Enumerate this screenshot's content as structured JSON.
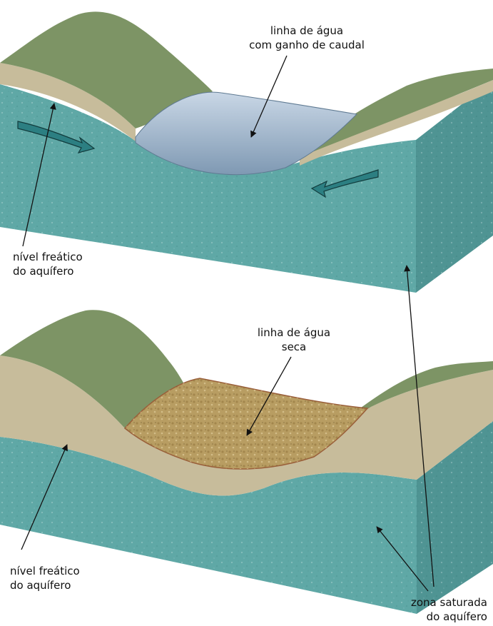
{
  "top_diagram": {
    "label_gaining_stream": {
      "line1": "linha de água",
      "line2": "com ganho de caudal"
    },
    "label_water_table": {
      "line1": "nível freático",
      "line2": "do aquífero"
    }
  },
  "bottom_diagram": {
    "label_dry_stream": {
      "line1": "linha de água",
      "line2": "seca"
    },
    "label_water_table": {
      "line1": "nível freático",
      "line2": "do aquífero"
    }
  },
  "shared": {
    "label_saturated_zone": {
      "line1": "zona saturada",
      "line2": "do aquífero"
    }
  },
  "colors": {
    "saturated_zone": "#5fa8a6",
    "unsaturated_soil": "#c7bc9b",
    "grass": "#7d9465",
    "water": "#9fb4c8",
    "dry_bed": "#b89d62"
  }
}
